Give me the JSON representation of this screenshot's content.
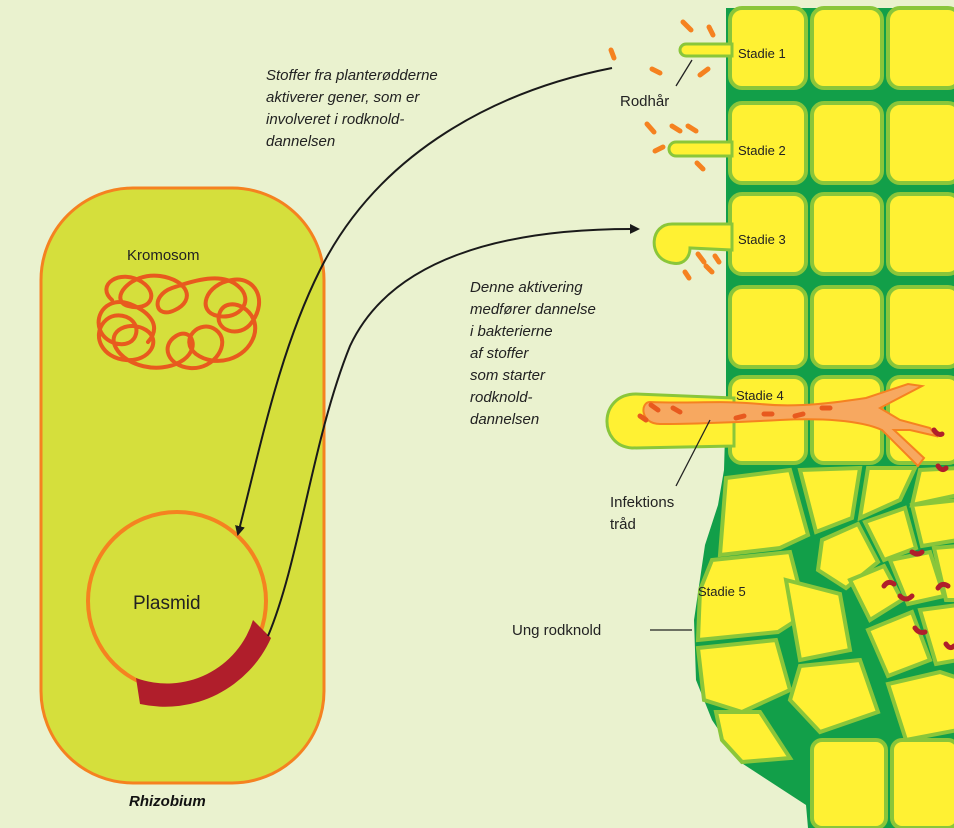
{
  "colors": {
    "background": "#eaf2cf",
    "cell_body": "#d5df3c",
    "cell_border": "#f58220",
    "plant_cell": "#fff133",
    "cell_wall": "#8ac63a",
    "tissue": "#129f49",
    "bacteria": "#f58220",
    "bacteroid": "#b01e2b",
    "plasmid_gene": "#b01e2b",
    "arrow": "#1a1a1a"
  },
  "bacterium": {
    "name": "Rhizobium",
    "chromosome_label": "Kromosom",
    "plasmid_label": "Plasmid"
  },
  "annotations": {
    "signal_text": [
      "Stoffer fra planterødderne",
      "aktiverer gener, som er",
      "involveret i rodknold-",
      "dannelsen"
    ],
    "response_text": [
      "Denne aktivering",
      "medfører dannelse",
      "i bakterierne",
      "af stoffer",
      "som starter",
      "rodknold-",
      "dannelsen"
    ]
  },
  "root": {
    "root_hair_label": "Rodhår",
    "infection_thread_label": [
      "Infektions",
      "tråd"
    ],
    "young_nodule_label": "Ung rodknold",
    "stages": [
      "Stadie 1",
      "Stadie 2",
      "Stadie 3",
      "Stadie 4",
      "Stadie 5"
    ]
  }
}
